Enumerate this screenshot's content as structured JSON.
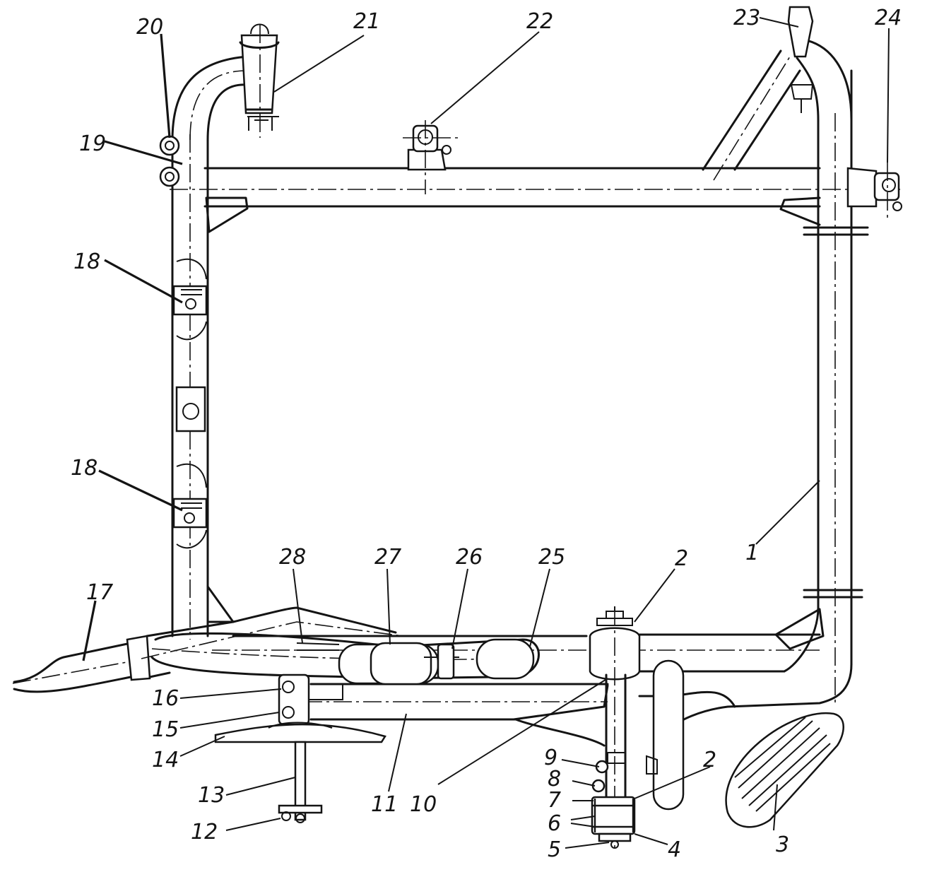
{
  "callouts": [
    {
      "id": "c1",
      "label": "1"
    },
    {
      "id": "c2a",
      "label": "2"
    },
    {
      "id": "c2b",
      "label": "2"
    },
    {
      "id": "c3",
      "label": "3"
    },
    {
      "id": "c4",
      "label": "4"
    },
    {
      "id": "c5",
      "label": "5"
    },
    {
      "id": "c6",
      "label": "6"
    },
    {
      "id": "c7",
      "label": "7"
    },
    {
      "id": "c8",
      "label": "8"
    },
    {
      "id": "c9",
      "label": "9"
    },
    {
      "id": "c10",
      "label": "10"
    },
    {
      "id": "c11",
      "label": "11"
    },
    {
      "id": "c12",
      "label": "12"
    },
    {
      "id": "c13",
      "label": "13"
    },
    {
      "id": "c14",
      "label": "14"
    },
    {
      "id": "c15",
      "label": "15"
    },
    {
      "id": "c16",
      "label": "16"
    },
    {
      "id": "c17",
      "label": "17"
    },
    {
      "id": "c18a",
      "label": "18"
    },
    {
      "id": "c18b",
      "label": "18"
    },
    {
      "id": "c19",
      "label": "19"
    },
    {
      "id": "c20",
      "label": "20"
    },
    {
      "id": "c21",
      "label": "21"
    },
    {
      "id": "c22",
      "label": "22"
    },
    {
      "id": "c23",
      "label": "23"
    },
    {
      "id": "c24",
      "label": "24"
    },
    {
      "id": "c25",
      "label": "25"
    },
    {
      "id": "c26",
      "label": "26"
    },
    {
      "id": "c27",
      "label": "27"
    },
    {
      "id": "c28",
      "label": "28"
    }
  ]
}
